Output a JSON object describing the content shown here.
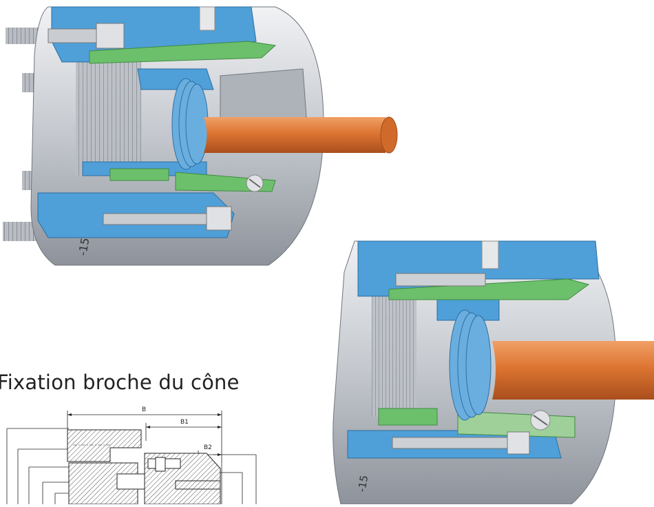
{
  "heading": "Fixation broche du cône",
  "drawing": {
    "dimension_labels": [
      "B",
      "B1",
      "B2"
    ]
  },
  "part_marking": "-15",
  "colors": {
    "housing": "#4f9fd8",
    "seal": "#6cc06c",
    "spindle": "#e07f3a",
    "steel": "#c9ccd1"
  }
}
